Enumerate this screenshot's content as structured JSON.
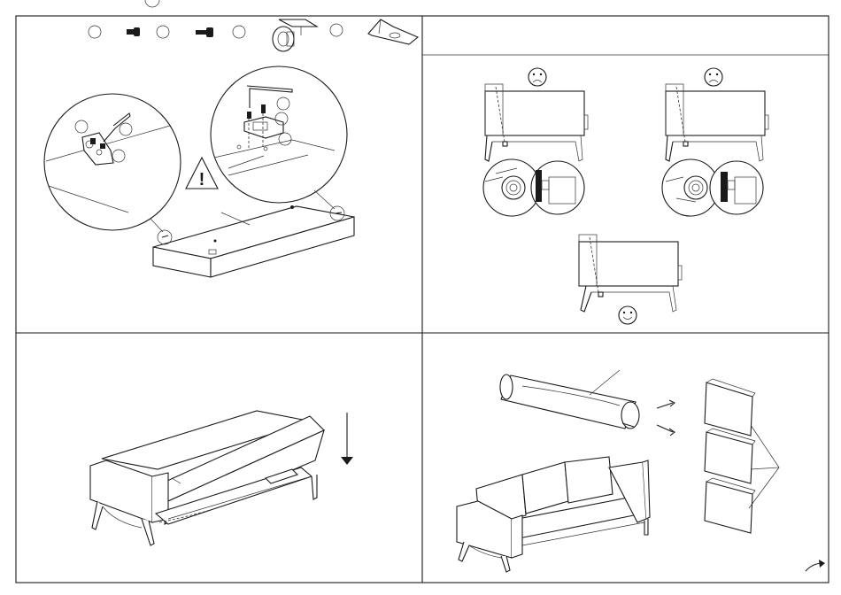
{
  "page": {
    "background": "#ffffff",
    "line_color": "#1a1a1a"
  },
  "panels": [
    {
      "id": "step-1",
      "content": "mechanism-and-caster-assembly"
    },
    {
      "id": "step-2",
      "content": "caster-alignment-check"
    },
    {
      "id": "step-3",
      "content": "lift-seat-mechanism"
    },
    {
      "id": "step-4",
      "content": "unpack-back-cushions"
    }
  ],
  "parts_row": [
    {
      "icon": "part-number-circle"
    },
    {
      "icon": "bolt-icon"
    },
    {
      "icon": "part-number-circle"
    },
    {
      "icon": "bolt-icon"
    },
    {
      "icon": "part-number-circle"
    },
    {
      "icon": "caster-wheel-icon"
    },
    {
      "icon": "part-number-circle"
    },
    {
      "icon": "wedge-block-icon"
    }
  ],
  "symbols": {
    "warning": "warning-triangle-icon",
    "incorrect": "sad-face-icon",
    "correct": "smiley-face-icon",
    "next_page": "turn-page-arrow-icon",
    "direction": "down-arrow-icon"
  },
  "text": {
    "warning_mark": "!"
  }
}
